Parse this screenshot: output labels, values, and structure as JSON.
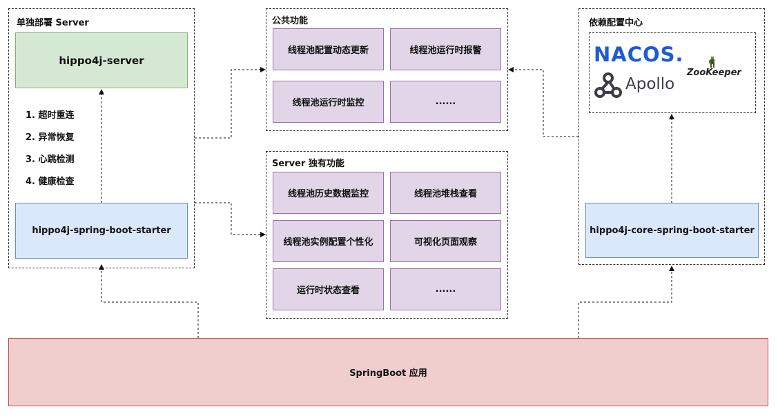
{
  "left_group": {
    "title": "单独部署 Server",
    "server": "hippo4j-server",
    "starter": "hippo4j-spring-boot-starter",
    "steps": [
      "1. 超时重连",
      "2. 异常恢复",
      "3. 心跳检测",
      "4. 健康检查"
    ]
  },
  "common_group": {
    "title": "公共功能",
    "items": [
      "线程池配置动态更新",
      "线程池运行时报警",
      "线程池运行时监控",
      "......"
    ]
  },
  "server_group": {
    "title": "Server 独有功能",
    "items": [
      "线程池历史数据监控",
      "线程池堆栈查看",
      "线程池实例配置个性化",
      "可视化页面观察",
      "运行时状态查看",
      "......"
    ]
  },
  "config_group": {
    "title": "依赖配置中心",
    "logos": {
      "nacos": "NACOS.",
      "apollo": "Apollo",
      "zookeeper": "ZooKeeper"
    },
    "starter": "hippo4j-core-spring-boot-starter"
  },
  "app": {
    "label": "SpringBoot 应用"
  },
  "colors": {
    "green_fill": "#d5e8d4",
    "blue_fill": "#dae8fc",
    "purple_fill": "#e1d5e7",
    "red_fill": "#f0cecd",
    "nacos_blue": "#1e5bd6",
    "apollo_gray": "#3b3b4a"
  }
}
